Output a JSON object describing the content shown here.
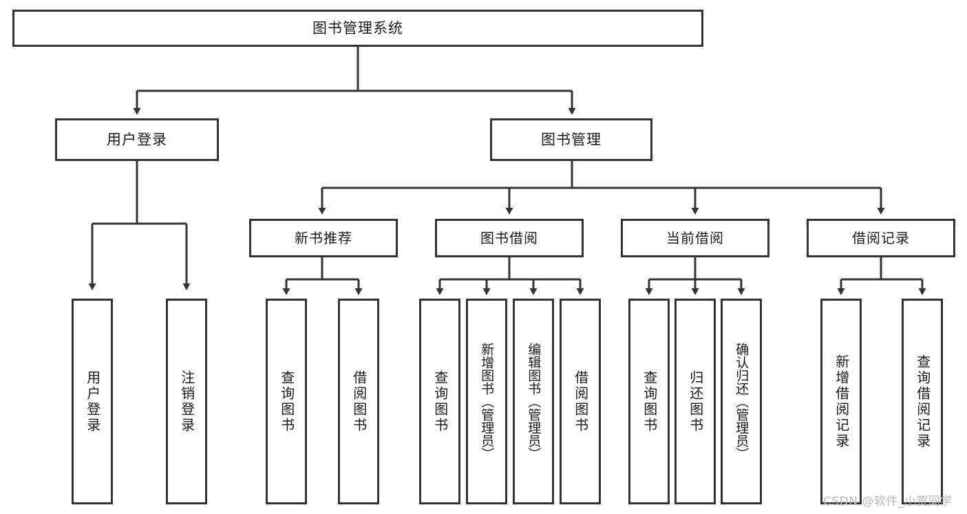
{
  "diagram": {
    "title": "图书管理系统",
    "type": "hierarchy-tree",
    "root": {
      "label": "图书管理系统"
    },
    "level1": [
      {
        "label": "用户登录"
      },
      {
        "label": "图书管理"
      }
    ],
    "level2": [
      {
        "label": "新书推荐"
      },
      {
        "label": "图书借阅"
      },
      {
        "label": "当前借阅"
      },
      {
        "label": "借阅记录"
      }
    ],
    "leaves": {
      "user_login": [
        {
          "label": "用户登录"
        },
        {
          "label": "注销登录"
        }
      ],
      "new_book_recommend": [
        {
          "label": "查询图书"
        },
        {
          "label": "借阅图书"
        }
      ],
      "book_borrow": [
        {
          "label": "查询图书"
        },
        {
          "label": "新增图书（管理员）"
        },
        {
          "label": "编辑图书（管理员）"
        },
        {
          "label": "借阅图书"
        }
      ],
      "current_borrow": [
        {
          "label": "查询图书"
        },
        {
          "label": "归还图书"
        },
        {
          "label": "确认归还（管理员）"
        }
      ],
      "borrow_record": [
        {
          "label": "新增借阅记录"
        },
        {
          "label": "查询借阅记录"
        }
      ]
    }
  },
  "watermark": {
    "text": "CSDN @软件_小贺同学"
  },
  "colors": {
    "border": "#333333",
    "text": "#1a1a1a",
    "background": "#ffffff",
    "watermark": "#b9b9b9"
  }
}
